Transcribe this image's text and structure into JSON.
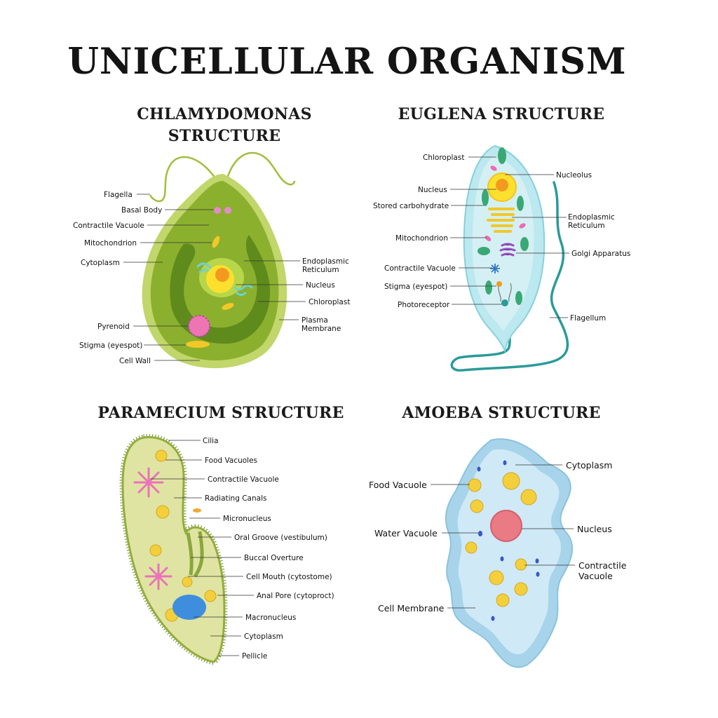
{
  "title": "UNICELLULAR ORGANISM",
  "panels": {
    "chlamydomonas": {
      "title_line1": "CHLAMYDOMONAS",
      "title_line2": "STRUCTURE",
      "labels": {
        "flagella": "Flagella",
        "basal_body": "Basal Body",
        "contractile_vacuole": "Contractile Vacuole",
        "mitochondrion": "Mitochondrion",
        "cytoplasm": "Cytoplasm",
        "endoplasmic_reticulum_1": "Endoplasmic",
        "endoplasmic_reticulum_2": "Reticulum",
        "nucleus": "Nucleus",
        "chloroplast": "Chloroplast",
        "plasma_membrane_1": "Plasma",
        "plasma_membrane_2": "Membrane",
        "pyrenoid": "Pyrenoid",
        "stigma": "Stigma (eyespot)",
        "cell_wall": "Cell Wall"
      }
    },
    "euglena": {
      "title": "EUGLENA STRUCTURE",
      "labels": {
        "chloroplast": "Chloroplast",
        "nucleolus": "Nucleolus",
        "nucleus": "Nucleus",
        "stored_carbohydrate": "Stored carbohydrate",
        "endoplasmic_reticulum_1": "Endoplasmic",
        "endoplasmic_reticulum_2": "Reticulum",
        "mitochondrion": "Mitochondrion",
        "golgi": "Golgi Apparatus",
        "contractile_vacuole": "Contractile Vacuole",
        "stigma": "Stigma (eyespot)",
        "photoreceptor": "Photoreceptor",
        "flagellum": "Flagellum"
      }
    },
    "paramecium": {
      "title": "PARAMECIUM STRUCTURE",
      "labels": {
        "cilia": "Cilia",
        "food_vacuoles": "Food Vacuoles",
        "contractile_vacuole": "Contractile Vacuole",
        "radiating_canals": "Radiating Canals",
        "micronucleus": "Micronucleus",
        "oral_groove": "Oral Groove (vestibulum)",
        "buccal_overture": "Buccal Overture",
        "cell_mouth": "Cell Mouth (cytostome)",
        "anal_pore": "Anal Pore (cytoproct)",
        "macronucleus": "Macronucleus",
        "cytoplasm": "Cytoplasm",
        "pellicle": "Pellicle"
      }
    },
    "amoeba": {
      "title": "AMOEBA STRUCTURE",
      "labels": {
        "cytoplasm": "Cytoplasm",
        "food_vacuole": "Food Vacuole",
        "nucleus": "Nucleus",
        "water_vacuole": "Water Vacuole",
        "contractile_vacuole_1": "Contractile",
        "contractile_vacuole_2": "Vacuole",
        "cell_membrane": "Cell Membrane"
      }
    }
  }
}
